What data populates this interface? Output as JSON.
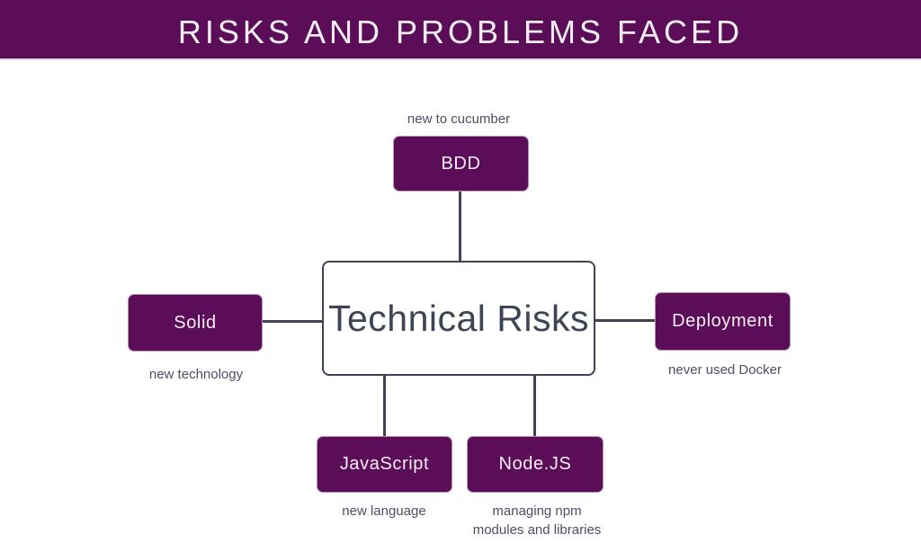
{
  "header": {
    "title": "RISKS AND PROBLEMS FACED"
  },
  "colors": {
    "purple": "#5c0d57",
    "slate": "#3f4455",
    "caption-color": "#4b5064",
    "node-text": "#f6eef6",
    "header-underline": "#ddd3e6"
  },
  "diagram": {
    "center": {
      "label": "Technical Risks"
    },
    "nodes": {
      "bdd": {
        "label": "BDD",
        "caption": "new to cucumber"
      },
      "solid": {
        "label": "Solid",
        "caption": "new technology"
      },
      "deployment": {
        "label": "Deployment",
        "caption": "never used Docker"
      },
      "javascript": {
        "label": "JavaScript",
        "caption": "new language"
      },
      "nodejs": {
        "label": "Node.JS",
        "caption": "managing npm\nmodules and libraries"
      }
    }
  }
}
